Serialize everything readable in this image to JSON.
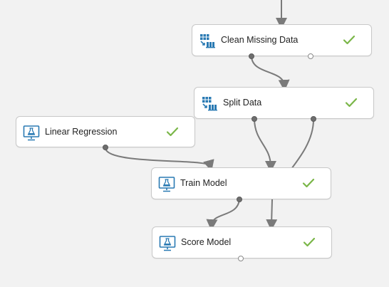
{
  "colors": {
    "canvas_bg": "#f2f2f2",
    "icon_blue": "#2a7ab3",
    "check_green": "#7ab648",
    "wire": "#7a7a7a"
  },
  "modules": {
    "clean_missing_data": {
      "label": "Clean Missing Data",
      "icon": "data-transform-icon",
      "status": "completed"
    },
    "split_data": {
      "label": "Split Data",
      "icon": "data-transform-icon",
      "status": "completed"
    },
    "linear_regression": {
      "label": "Linear Regression",
      "icon": "ml-model-icon",
      "status": "completed"
    },
    "train_model": {
      "label": "Train Model",
      "icon": "ml-model-icon",
      "status": "completed"
    },
    "score_model": {
      "label": "Score Model",
      "icon": "ml-model-icon",
      "status": "completed"
    }
  }
}
